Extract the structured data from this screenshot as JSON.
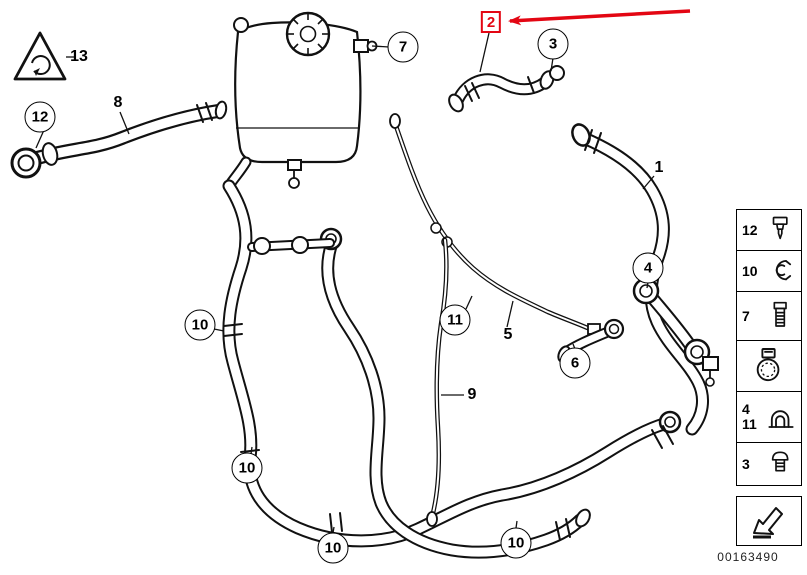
{
  "diagram": {
    "id_number": "00163490",
    "title": "cooling-system-water-hoses-parts-diagram",
    "colors": {
      "line": "#111111",
      "background": "#ffffff",
      "highlight": "#e30613"
    },
    "highlight": {
      "target_label": "2",
      "shape": "red-box-with-arrow"
    }
  },
  "callouts": [
    {
      "label": "13",
      "style": "plain"
    },
    {
      "label": "12",
      "style": "circle"
    },
    {
      "label": "8",
      "style": "plain"
    },
    {
      "label": "7",
      "style": "circle"
    },
    {
      "label": "2",
      "style": "highlight"
    },
    {
      "label": "3",
      "style": "circle"
    },
    {
      "label": "1",
      "style": "plain"
    },
    {
      "label": "4",
      "style": "circle"
    },
    {
      "label": "10",
      "style": "circle"
    },
    {
      "label": "11",
      "style": "circle"
    },
    {
      "label": "5",
      "style": "plain"
    },
    {
      "label": "6",
      "style": "circle"
    },
    {
      "label": "9",
      "style": "plain"
    },
    {
      "label": "10",
      "style": "circle"
    },
    {
      "label": "10",
      "style": "circle"
    },
    {
      "label": "10",
      "style": "circle"
    }
  ],
  "legend": {
    "rows": [
      {
        "number": "12",
        "icon": "temp-sensor-icon"
      },
      {
        "number": "10",
        "icon": "hose-clip-icon"
      },
      {
        "number": "7",
        "icon": "screw-plug-icon"
      },
      {
        "number": "",
        "icon": "hose-clamp-icon"
      },
      {
        "number": "4",
        "number2": "11",
        "icon": "holder-clip-icon"
      },
      {
        "number": "3",
        "icon": "sealing-plug-icon"
      }
    ],
    "footer_icon": "direction-arrow-icon"
  }
}
